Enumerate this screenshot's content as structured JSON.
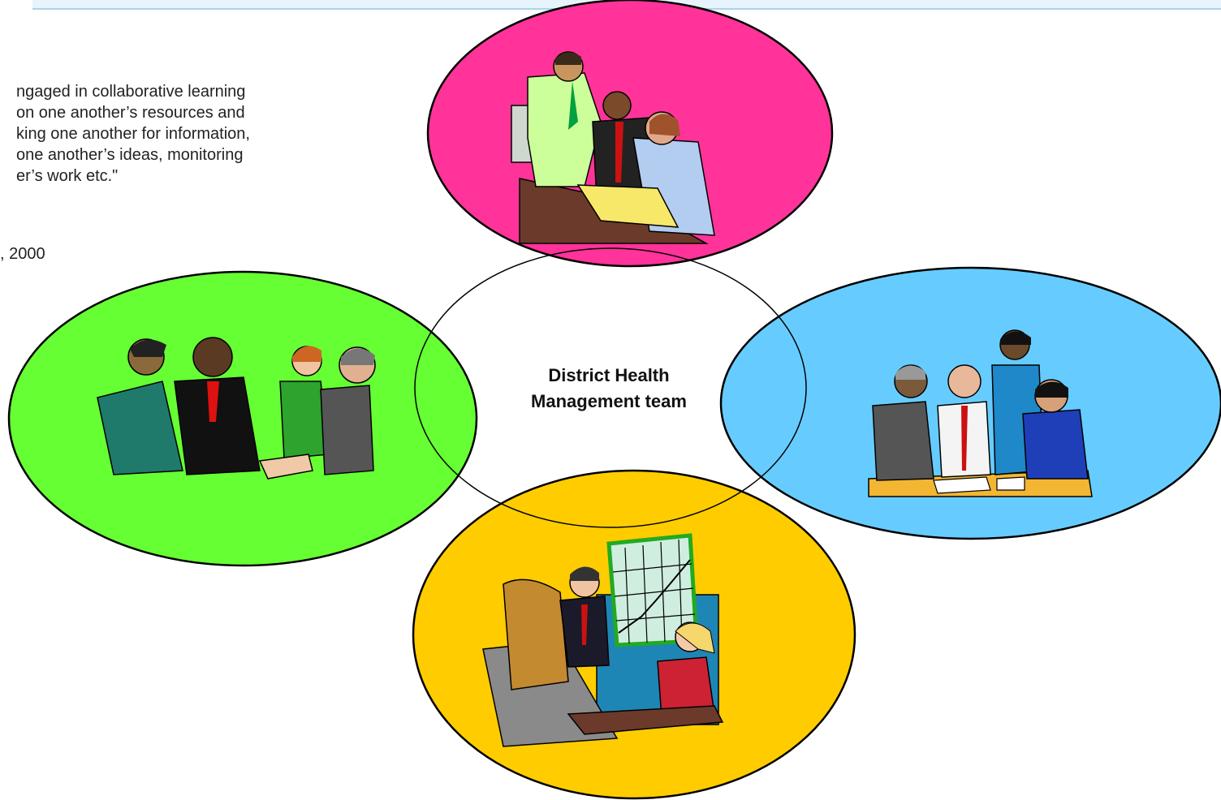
{
  "quote": {
    "lines": [
      "ngaged in collaborative learning",
      "on one another’s resources and",
      "king one another for information,",
      "one another’s ideas, monitoring",
      "er’s work etc.\""
    ],
    "citation": ", 2000"
  },
  "diagram": {
    "center": {
      "line1": "District Health",
      "line2": "Management team"
    },
    "nodes": [
      {
        "id": "top",
        "fill": "#ff3399",
        "illustration": "office-meeting-clipart"
      },
      {
        "id": "left",
        "fill": "#66ff33",
        "illustration": "handshake-group-clipart"
      },
      {
        "id": "right",
        "fill": "#66ccff",
        "illustration": "business-table-meeting-clipart"
      },
      {
        "id": "bottom",
        "fill": "#ffcc00",
        "illustration": "chart-presentation-clipart"
      }
    ]
  }
}
